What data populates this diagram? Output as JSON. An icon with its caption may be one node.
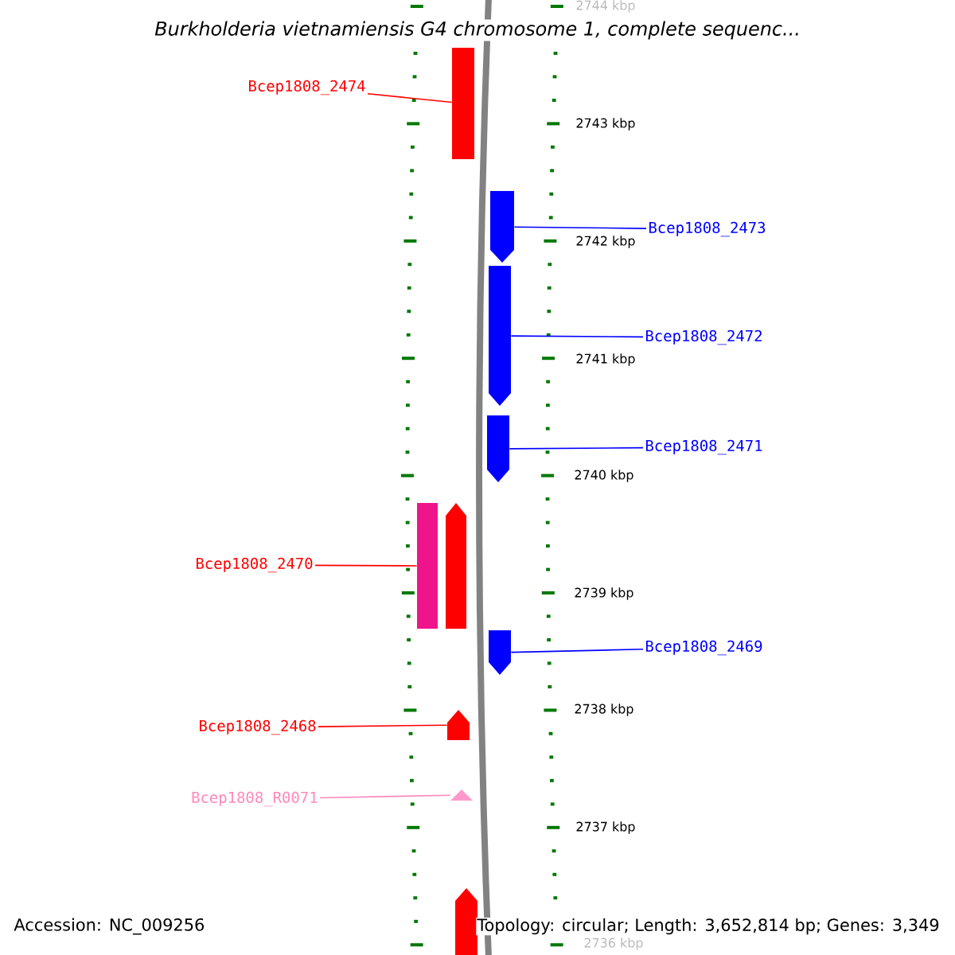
{
  "diagram": {
    "title": "Burkholderia vietnamiensis G4 chromosome 1, complete sequenc...",
    "nodes": [
      {
        "text": [
          "Bcep1808_2474"
        ]
      },
      {
        "text": [],
        "shape": "bar"
      },
      {
        "text": [
          "Bcep1808_2473"
        ]
      },
      {
        "text": [],
        "shape": "pentagon"
      },
      {
        "text": [
          "Bcep1808_2472"
        ]
      },
      {
        "text": [],
        "shape": "pentagon"
      },
      {
        "text": [
          "Bcep1808_2471"
        ]
      },
      {
        "text": [],
        "shape": "pentagon"
      },
      {
        "text": [],
        "shape": "bar"
      },
      {
        "text": [
          "Bcep1808_2470"
        ]
      },
      {
        "text": [],
        "shape": "pentagon"
      },
      {
        "text": [
          "Bcep1808_2469"
        ]
      },
      {
        "text": [],
        "shape": "pentagon"
      },
      {
        "text": [
          "Bcep1808_2468"
        ]
      },
      {
        "text": [],
        "shape": "pentagon"
      },
      {
        "text": [
          "Bcep1808_R0071"
        ]
      },
      {
        "text": [],
        "shape": "triangle"
      },
      {
        "text": [],
        "shape": "pentagon"
      }
    ],
    "edges": [
      {
        "from": 0,
        "to": 1,
        "arrow": "none",
        "color": "#ff0000"
      },
      {
        "from": 2,
        "to": 3,
        "arrow": "none",
        "color": "#0000ff"
      },
      {
        "from": 4,
        "to": 5,
        "arrow": "none",
        "color": "#0000ff"
      },
      {
        "from": 6,
        "to": 7,
        "arrow": "none",
        "color": "#0000ff"
      },
      {
        "from": 9,
        "to": 8,
        "arrow": "none",
        "color": "#ff0000"
      },
      {
        "from": 11,
        "to": 12,
        "arrow": "none",
        "color": "#0000ff"
      },
      {
        "from": 13,
        "to": 14,
        "arrow": "none",
        "color": "#ff0000"
      },
      {
        "from": 15,
        "to": 16,
        "arrow": "none",
        "color": "#ff88bb"
      }
    ],
    "labels": [
      "2744 kbp",
      "2743 kbp",
      "2742 kbp",
      "2741 kbp",
      "2740 kbp",
      "2739 kbp",
      "2738 kbp",
      "2737 kbp",
      "2736 kbp",
      "Accession: NC_009256",
      "Topology: circular; Length: 3,652,814 bp; Genes: 3,349"
    ]
  }
}
